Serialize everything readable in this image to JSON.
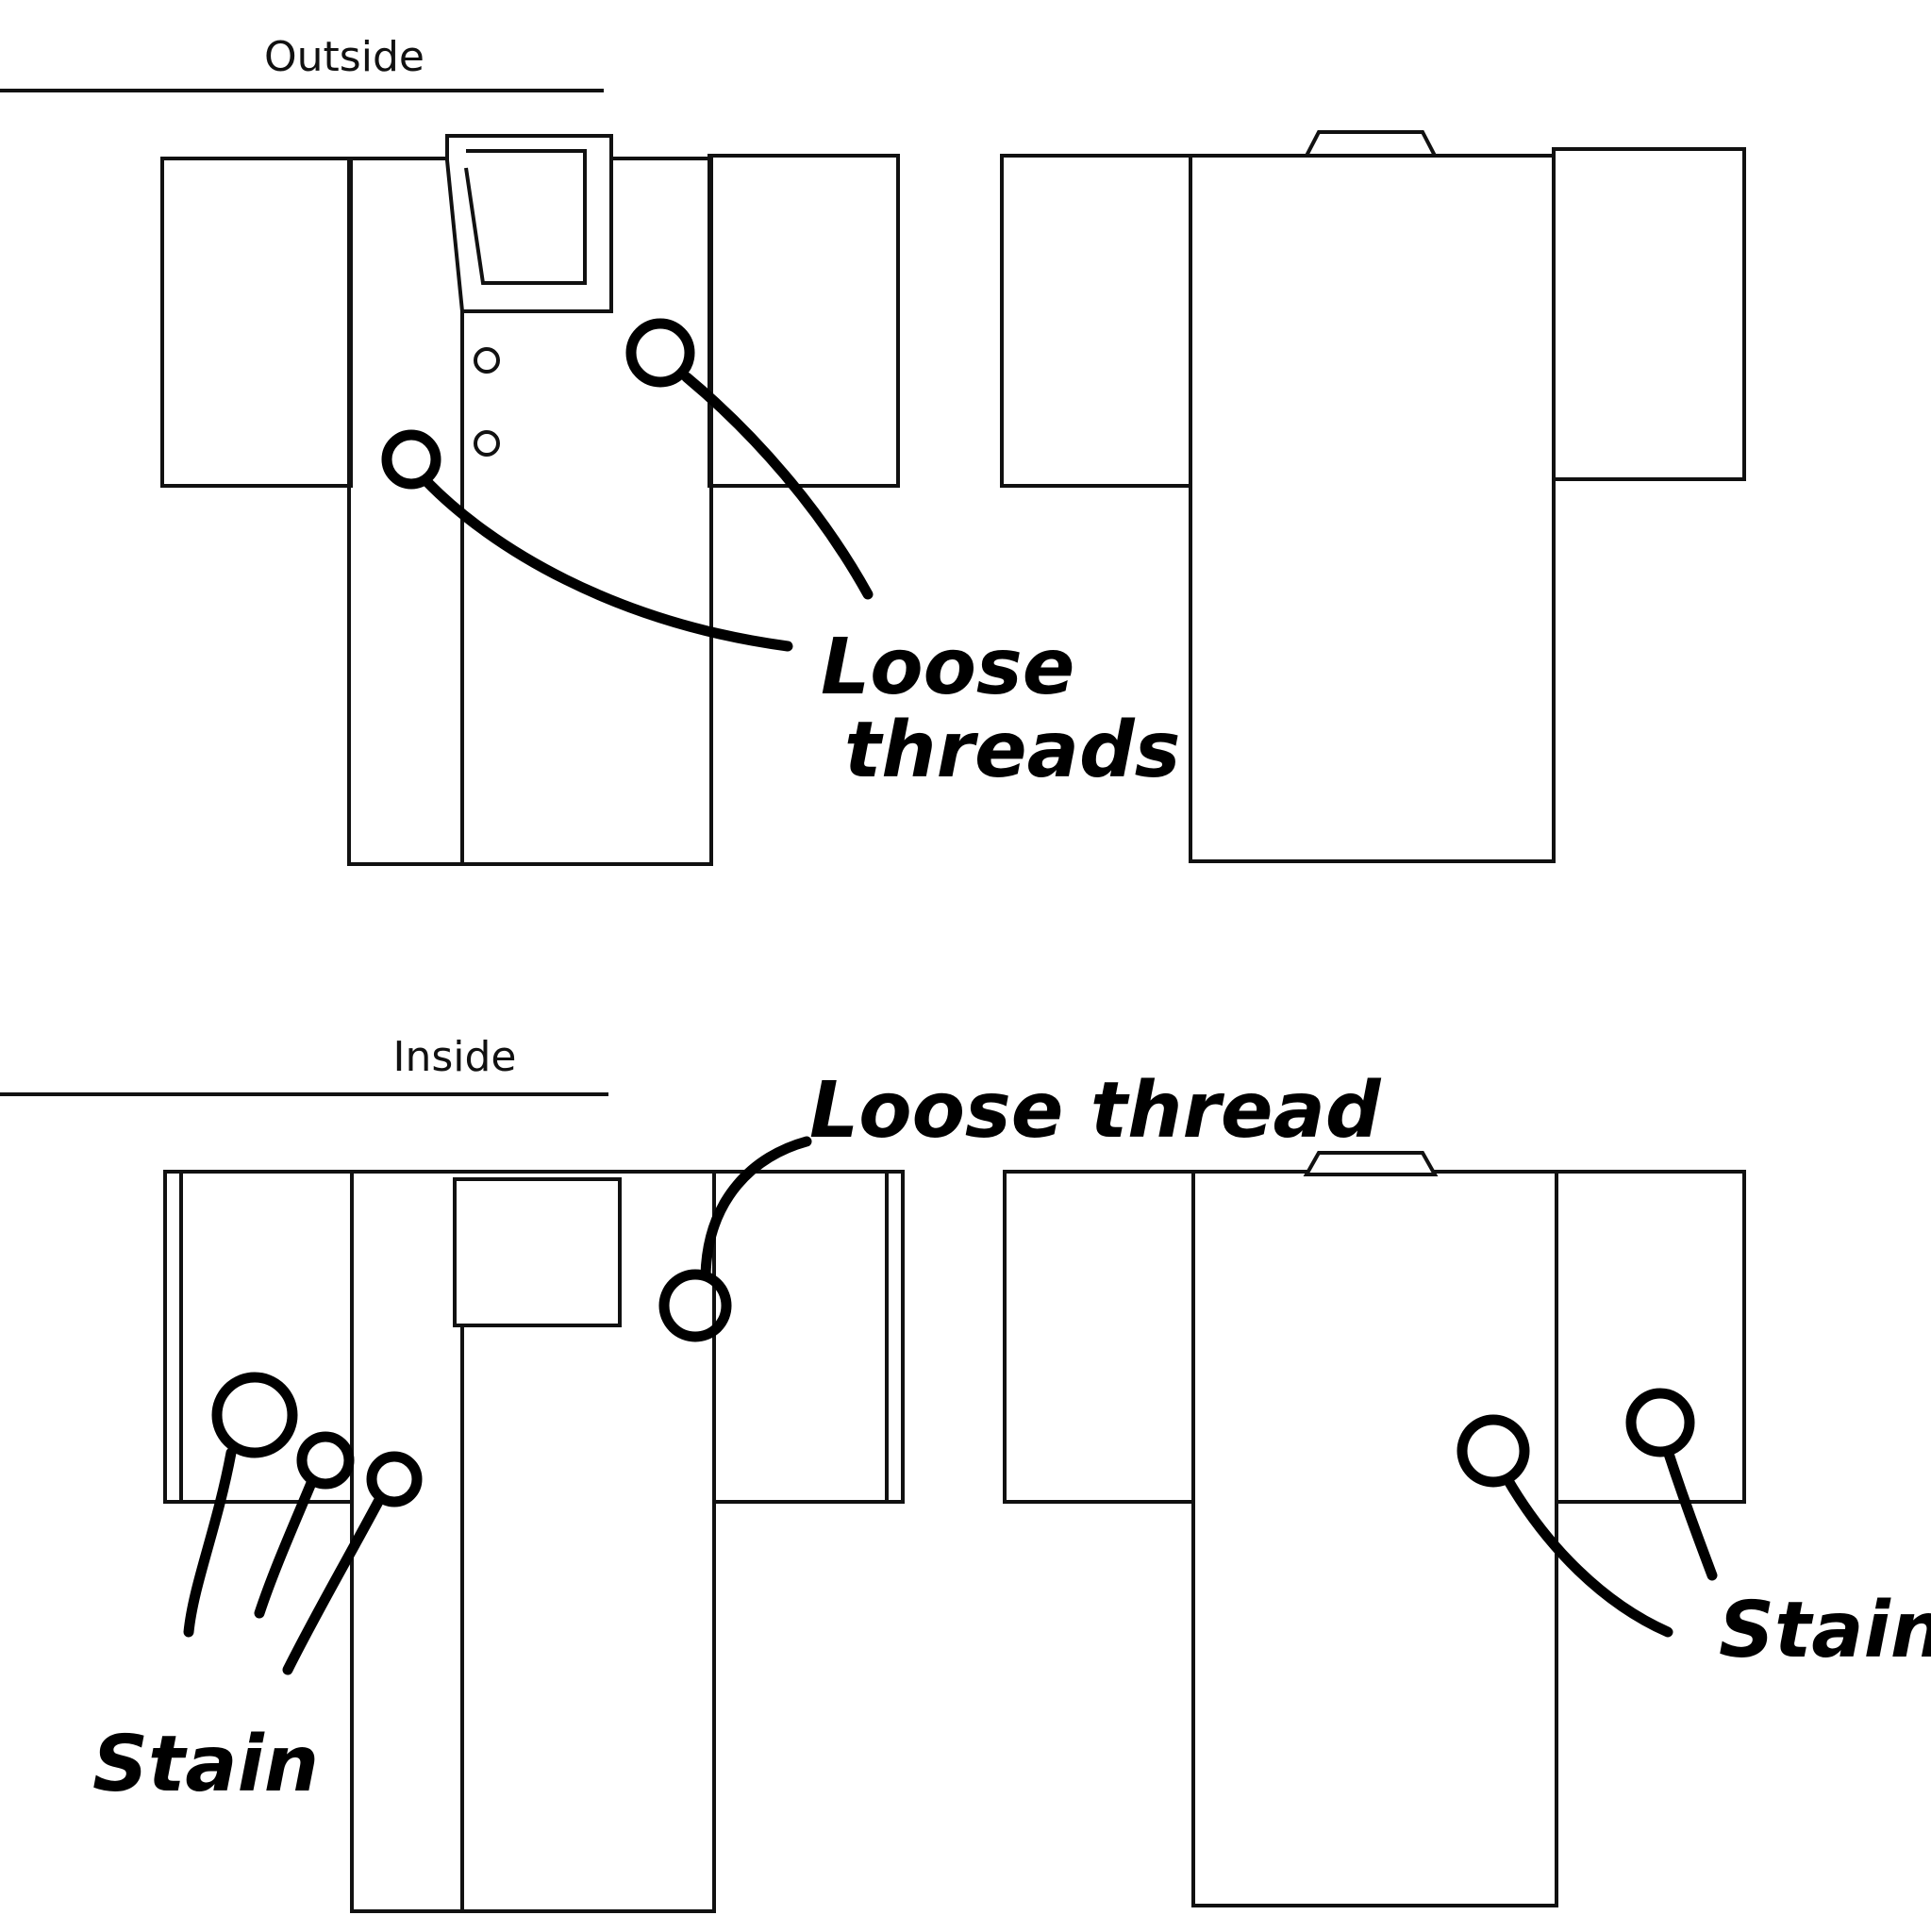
{
  "sections": {
    "outside_label": "Outside",
    "inside_label": "Inside"
  },
  "annotations": {
    "outside_loose_threads_line1": "Loose",
    "outside_loose_threads_line2": "threads",
    "inside_loose_thread": "Loose thread",
    "inside_front_stain": "Stain",
    "inside_back_stain": "Stain"
  }
}
